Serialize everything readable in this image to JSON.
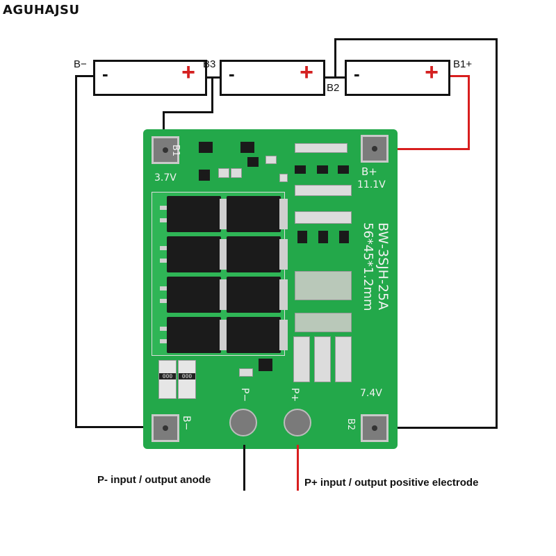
{
  "brand": "AGUHAJSU",
  "cells": [
    {
      "minus": "-",
      "plus": "+"
    },
    {
      "minus": "-",
      "plus": "+"
    },
    {
      "minus": "-",
      "plus": "+"
    }
  ],
  "wire_labels": {
    "b_minus": "B−",
    "b3": "B3",
    "b2": "B2",
    "b1_plus": "B1+"
  },
  "board": {
    "b1": "B1",
    "v37": "3.7V",
    "b_plus": "B+",
    "v111": "11.1V",
    "model": "BW‑3SJH‑25A",
    "size": "56*45*1.2mm",
    "v74": "7.4V",
    "b2": "B2",
    "b_minus": "B−",
    "p_minus": "P−",
    "p_plus": "P+",
    "chip_a": "000",
    "chip_b": "000"
  },
  "notes": {
    "p_minus": "P- input / output anode",
    "p_plus": "P+ input / output positive electrode"
  },
  "colors": {
    "board": "#23a84a",
    "wire": "#111111",
    "wire_positive": "#d81e1e"
  }
}
